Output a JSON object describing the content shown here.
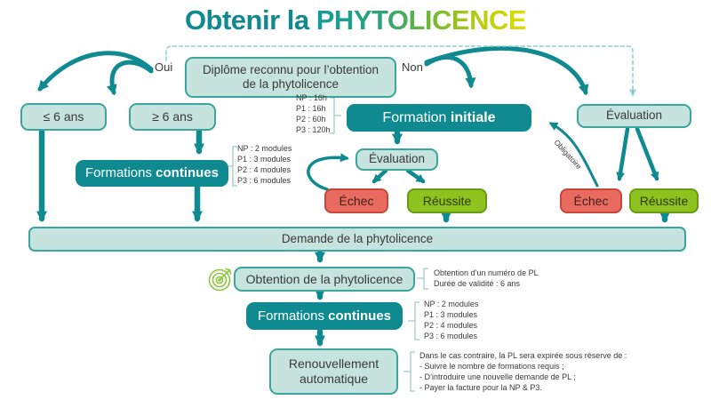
{
  "title": {
    "prefix": "Obtenir la ",
    "highlight": "PHYTOLICENCE"
  },
  "labels": {
    "oui": "Oui",
    "non": "Non",
    "obligatoire": "Obligatoire"
  },
  "nodes": {
    "diplome": "Diplôme reconnu pour l’obtention de la phytolicence",
    "le6": "≤ 6 ans",
    "ge6": "≥ 6 ans",
    "formations_continues_1": {
      "normal": "Formations ",
      "bold": "continues"
    },
    "formation_initiale": {
      "normal": "Formation ",
      "bold": "initiale"
    },
    "evaluation_mid": "Évaluation",
    "echec_mid": "Échec",
    "reussite_mid": "Réussite",
    "evaluation_right": "Évaluation",
    "echec_right": "Échec",
    "reussite_right": "Réussite",
    "demande": "Demande de la phytolicence",
    "obtention": "Obtention de la phytolicence",
    "formations_continues_2": {
      "normal": "Formations ",
      "bold": "continues"
    },
    "renouvellement": "Renouvellement automatique"
  },
  "notes": {
    "hours": [
      "NP : 16h",
      "P1 : 16h",
      "P2 : 60h",
      "P3 : 120h"
    ],
    "modules": [
      "NP : 2 modules",
      "P1 : 3 modules",
      "P2 : 4 modules",
      "P3 : 6 modules"
    ],
    "obtention": [
      "Obtention d’un numéro de PL",
      "Durée de validité : 6 ans"
    ],
    "renewal_header": "Dans le cas contraire, la PL sera expirée sous réserve de :",
    "renewal_items": [
      "-   Suivre le nombre de formations requis ;",
      "-   D’introduire une nouvelle demande de PL ;",
      "-   Payer la facture pour la NP & P3."
    ]
  },
  "icons": {
    "target": "target-dart-icon"
  },
  "colors": {
    "teal": "#0e8a90",
    "light_fill": "#c6e3de",
    "light_border": "#3aa49e",
    "red_fill": "#e96a5e",
    "red_border": "#c8453a",
    "green_fill": "#8dc21f",
    "green_border": "#679a16",
    "dashed_line": "#8fd0ca",
    "title_gradient_end": "#e0dd00",
    "icon_green": "#8dc63f"
  }
}
